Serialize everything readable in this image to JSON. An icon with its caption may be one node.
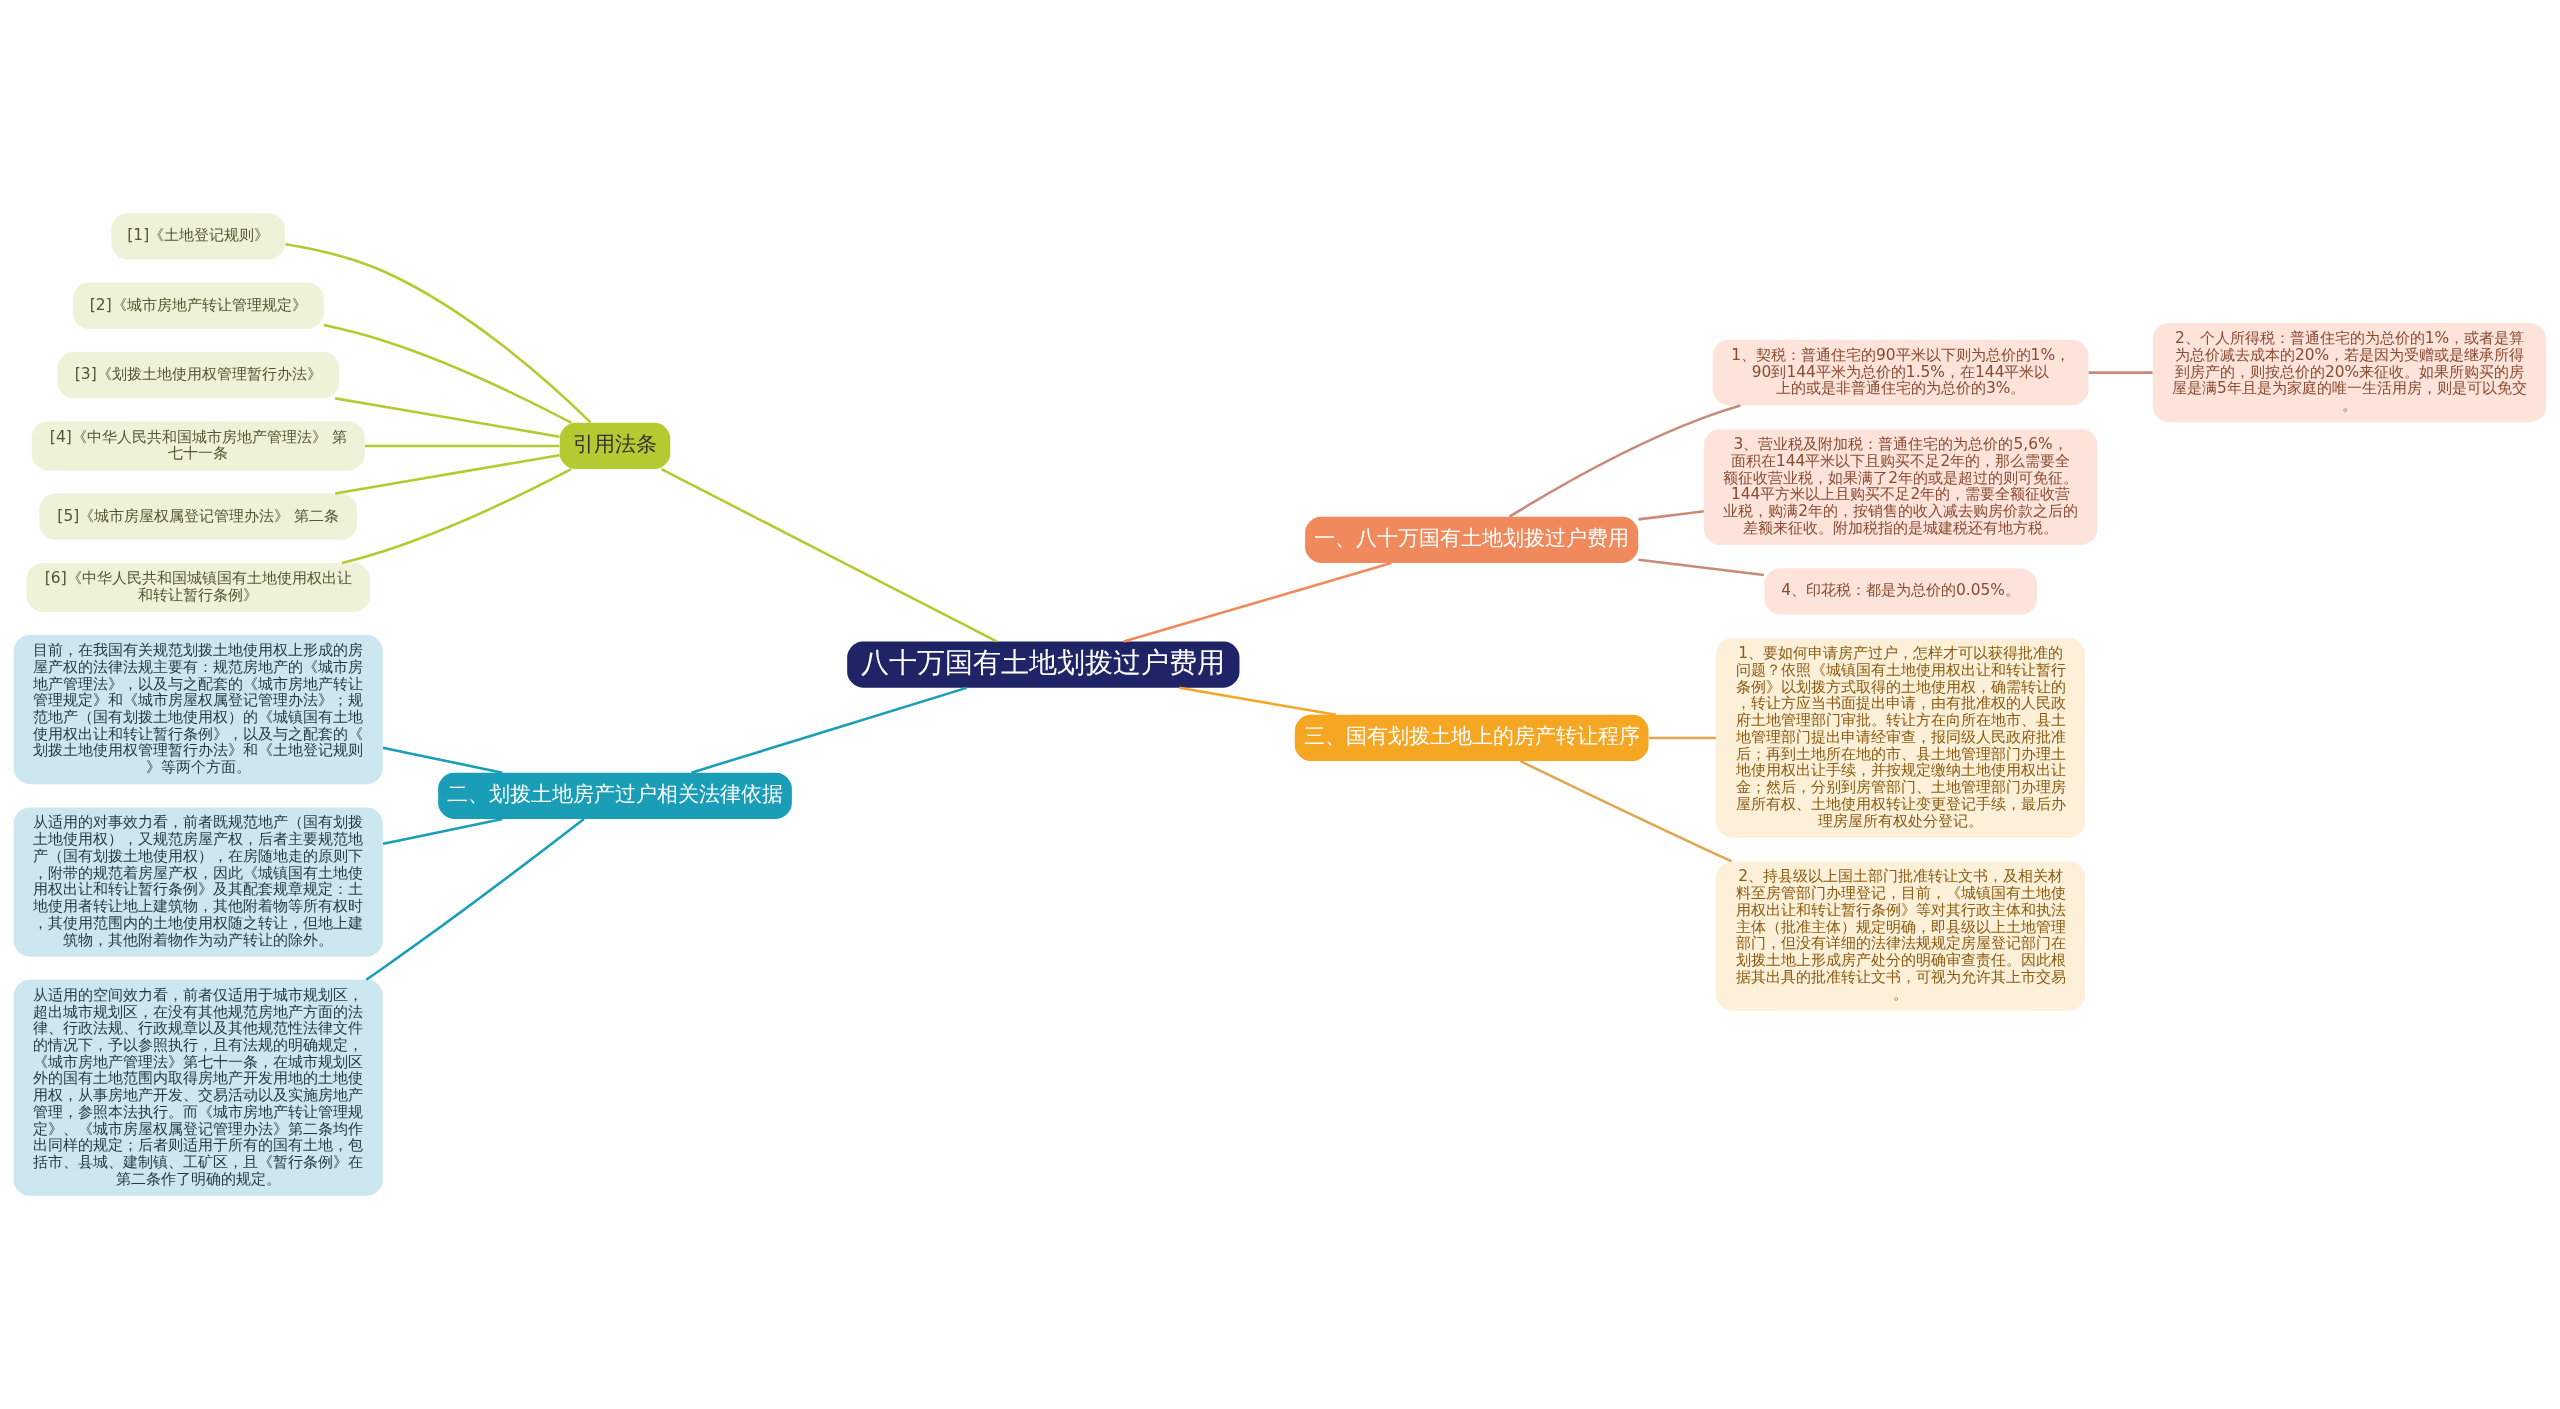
{
  "diagram": {
    "nodes": [
      {
        "text": [
          "八十万国有土地划拨过户费用"
        ]
      },
      {
        "text": [
          "一、八十万国有土地划拨过户费用"
        ]
      },
      {
        "text": [
          "1、契税：普通住宅的90平米以下则为总价的1%，90到144平米为总价的1.5%，在144平米以上的或是非普通住宅的为总价的3%。"
        ]
      },
      {
        "text": [
          "2、个人所得税：普通住宅的为总价的1%，或者是算为总价减去成本的20%，若是因为受赠或是继承所得到房产的，则按总价的20%来征收。如果所购买的房屋是满5年且是为家庭的唯一生活用房，则是可以免交。"
        ]
      },
      {
        "text": [
          "3、营业税及附加税：普通住宅的为总价的5,6%，面积在144平米以下且购买不足2年的，那么需要全额征收营业税，如果满了2年的或是超过的则可免征。144平方米以上且购买不足2年的，需要全额征收营业税，购满2年的，按销售的收入减去购房价款之后的差额来征收。附加税指的是城建税还有地方税。"
        ]
      },
      {
        "text": [
          "4、印花税：都是为总价的0.05%。"
        ]
      },
      {
        "text": [
          "三、国有划拨土地上的房产转让程序"
        ]
      },
      {
        "text": [
          "1、要如何申请房产过户，怎样才可以获得批准的问题？依照《城镇国有土地使用权出让和转让暂行条例》以划拨方式取得的土地使用权，确需转让的，转让方应当书面提出申请，由有批准权的人民政府土地管理部门审批。转让方在向所在地市、县土地管理部门提出申请经审查，报同级人民政府批准后；再到土地所在地的市、县土地管理部门办理土地使用权出让手续，并按规定缴纳土地使用权出让金；然后，分别到房管部门、土地管理部门办理房屋所有权、土地使用权转让变更登记手续，最后办理房屋所有权处分登记。"
        ]
      },
      {
        "text": [
          "2、持县级以上国土部门批准转让文书，及相关材料至房管部门办理登记，目前，《城镇国有土地使用权出让和转让暂行条例》等对其行政主体和执法主体（批准主体）规定明确，即县级以上土地管理部门，但没有详细的法律法规规定房屋登记部门在划拨土地上形成房产处分的明确审查责任。因此根据其出具的批准转让文书，可视为允许其上市交易。"
        ]
      },
      {
        "text": [
          "引用法条"
        ]
      },
      {
        "text": [
          "[1]《土地登记规则》"
        ]
      },
      {
        "text": [
          "[2]《城市房地产转让管理规定》"
        ]
      },
      {
        "text": [
          "[3]《划拨土地使用权管理暂行办法》"
        ]
      },
      {
        "text": [
          "[4]《中华人民共和国城市房地产管理法》 第七十一条"
        ]
      },
      {
        "text": [
          "[5]《城市房屋权属登记管理办法》 第二条"
        ]
      },
      {
        "text": [
          "[6]《中华人民共和国城镇国有土地使用权出让和转让暂行条例》"
        ]
      },
      {
        "text": [
          "二、划拨土地房产过户相关法律依据"
        ]
      },
      {
        "text": [
          "目前，在我国有关规范划拨土地使用权上形成的房屋产权的法律法规主要有：规范房地产的《城市房地产管理法》，以及与之配套的《城市房地产转让管理规定》和《城市房屋权属登记管理办法》；规范地产（国有划拨土地使用权）的《城镇国有土地使用权出让和转让暂行条例》，以及与之配套的《划拨土地使用权管理暂行办法》和《土地登记规则》等两个方面。"
        ]
      },
      {
        "text": [
          "从适用的对事效力看，前者既规范地产（国有划拨土地使用权），又规范房屋产权，后者主要规范地产（国有划拨土地使用权），在房随地走的原则下，附带的规范着房屋产权，因此《城镇国有土地使用权出让和转让暂行条例》及其配套规章规定：土地使用者转让地上建筑物，其他附着物等所有权时，其使用范围内的土地使用权随之转让，但地上建筑物，其他附着物作为动产转让的除外。"
        ]
      },
      {
        "text": [
          "从适用的空间效力看，前者仅适用于城市规划区，超出城市规划区，在没有其他规范房地产方面的法律、行政法规、行政规章以及其他规范性法律文件的情况下，予以参照执行，且有法规的明确规定，《城市房地产管理法》第七十一条，在城市规划区外的国有土地范围内取得房地产开发用地的土地使用权，从事房地产开发、交易活动以及实施房地产管理，参照本法执行。而《城市房地产转让管理规定》、《城市房屋权属登记管理办法》第二条均作出同样的规定；后者则适用于所有的国有土地，包括市、县城、建制镇、工矿区，且《暂行条例》在第二条作了明确的规定。"
        ]
      }
    ],
    "edges": [
      {
        "from": 0,
        "to": 1,
        "arrow": "none",
        "color": "#f08a5d"
      },
      {
        "from": 1,
        "to": 2,
        "arrow": "none",
        "color": "#c98a78"
      },
      {
        "from": 2,
        "to": 3,
        "arrow": "none",
        "color": "#c98a78"
      },
      {
        "from": 1,
        "to": 4,
        "arrow": "none",
        "color": "#c98a78"
      },
      {
        "from": 1,
        "to": 5,
        "arrow": "none",
        "color": "#c98a78"
      },
      {
        "from": 0,
        "to": 6,
        "arrow": "none",
        "color": "#f5a623"
      },
      {
        "from": 6,
        "to": 7,
        "arrow": "none",
        "color": "#e0a550"
      },
      {
        "from": 6,
        "to": 8,
        "arrow": "none",
        "color": "#e0a550"
      },
      {
        "from": 0,
        "to": 9,
        "arrow": "none",
        "color": "#b5c930"
      },
      {
        "from": 9,
        "to": 10,
        "arrow": "none",
        "color": "#b5c930"
      },
      {
        "from": 9,
        "to": 11,
        "arrow": "none",
        "color": "#b5c930"
      },
      {
        "from": 9,
        "to": 12,
        "arrow": "none",
        "color": "#b5c930"
      },
      {
        "from": 9,
        "to": 13,
        "arrow": "none",
        "color": "#b5c930"
      },
      {
        "from": 9,
        "to": 14,
        "arrow": "none",
        "color": "#b5c930"
      },
      {
        "from": 9,
        "to": 15,
        "arrow": "none",
        "color": "#b5c930"
      },
      {
        "from": 0,
        "to": 16,
        "arrow": "none",
        "color": "#1a9eb8"
      },
      {
        "from": 16,
        "to": 17,
        "arrow": "none",
        "color": "#1a9eb8"
      },
      {
        "from": 16,
        "to": 18,
        "arrow": "none",
        "color": "#1a9eb8"
      },
      {
        "from": 16,
        "to": 19,
        "arrow": "none",
        "color": "#1a9eb8"
      }
    ]
  }
}
